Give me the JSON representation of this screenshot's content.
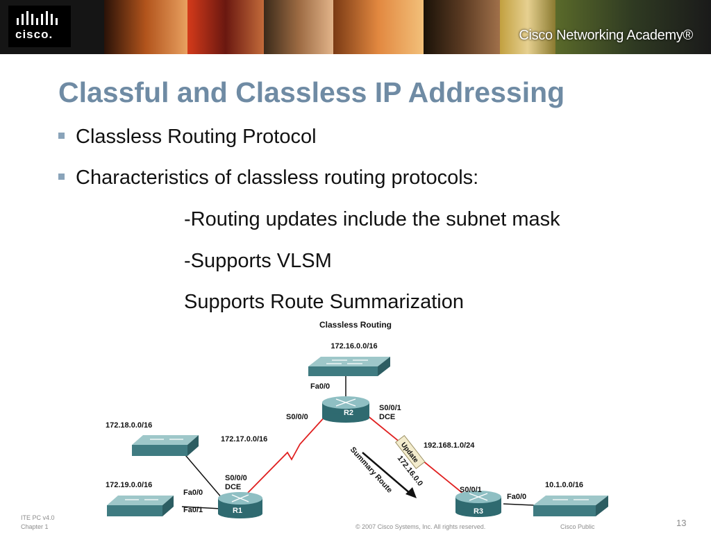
{
  "header": {
    "logo_text": "cisco.",
    "academy": "Cisco Networking Academy®"
  },
  "slide": {
    "title": "Classful and Classless IP Addressing",
    "bullets": [
      "Classless Routing Protocol",
      "Characteristics of classless routing protocols:"
    ],
    "subpoints": [
      "-Routing updates include the subnet mask",
      "-Supports VLSM",
      "Supports Route Summarization"
    ]
  },
  "diagram": {
    "title": "Classless Routing",
    "routers": [
      "R2",
      "R1",
      "R3"
    ],
    "networks": {
      "top": "172.16.0.0/16",
      "left_upper": "172.18.0.0/16",
      "left_lower": "172.19.0.0/16",
      "right": "10.1.0.0/16",
      "r1_r2": "172.17.0.0/16",
      "r2_r3": "192.168.1.0/24"
    },
    "interfaces": {
      "r2_fa00": "Fa0/0",
      "r2_s000": "S0/0/0",
      "r2_s001": "S0/0/1",
      "r2_dce": "DCE",
      "r1_s000": "S0/0/0",
      "r1_dce": "DCE",
      "r1_fa00": "Fa0/0",
      "r1_fa01": "Fa0/1",
      "r3_s001": "S0/0/1",
      "r3_fa00": "Fa0/0"
    },
    "update_label": "Update",
    "update_network": "172.16.0.0",
    "summary_label": "Summary Route"
  },
  "footer": {
    "course": "ITE PC v4.0",
    "chapter": "Chapter 1",
    "copyright": "© 2007 Cisco Systems, Inc. All rights reserved.",
    "classification": "Cisco Public",
    "page": "13"
  }
}
